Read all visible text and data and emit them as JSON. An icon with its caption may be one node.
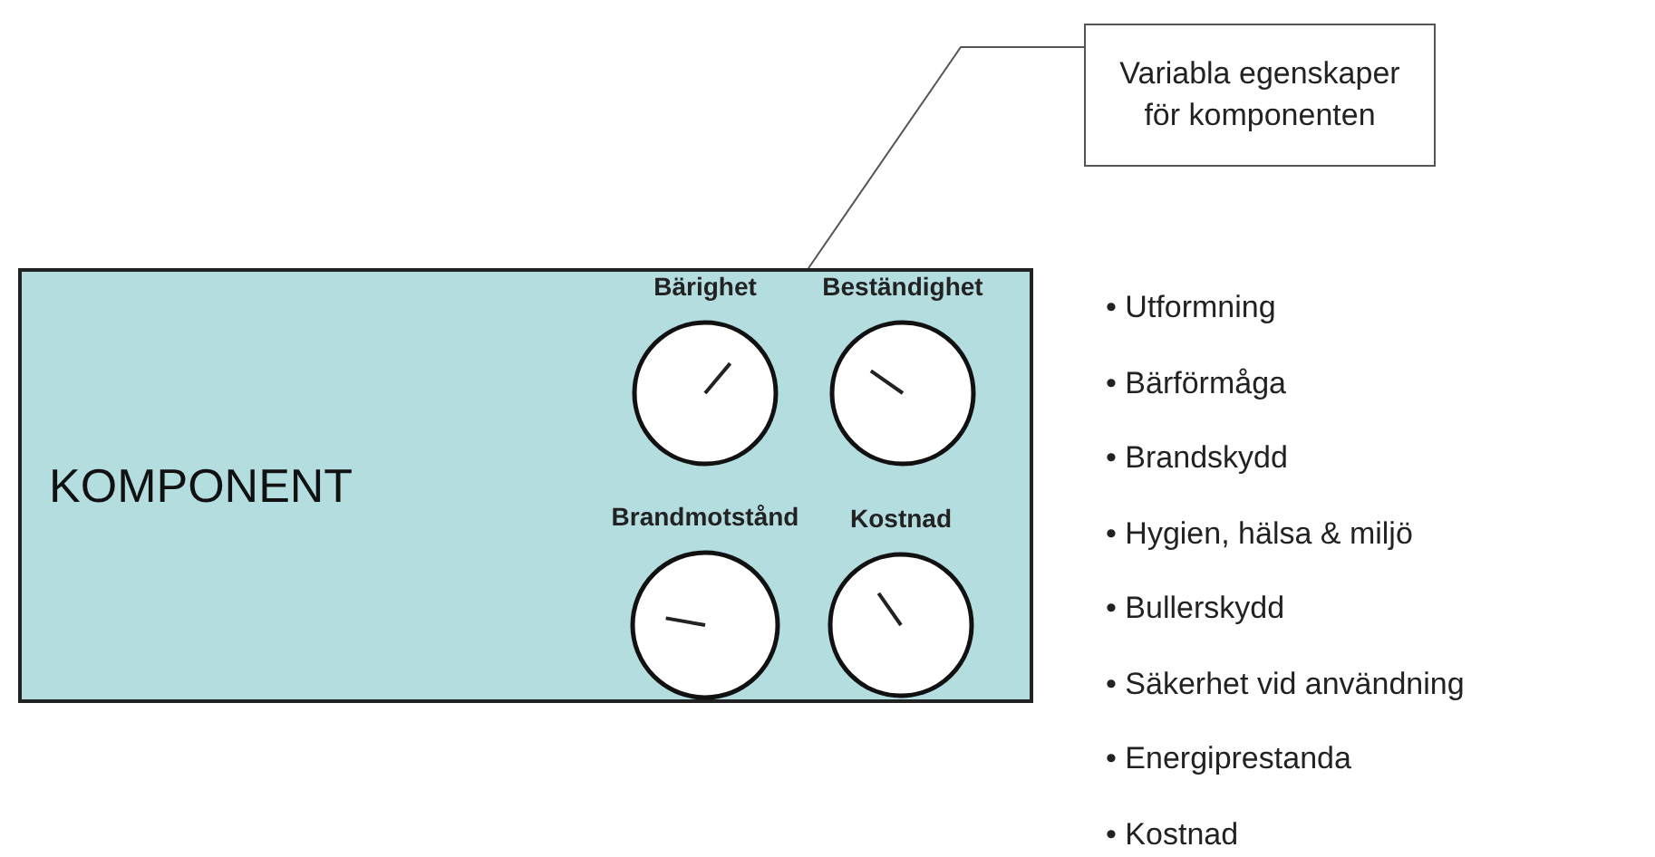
{
  "diagram": {
    "nodes": [
      {
        "text": [
          "KOMPONENT"
        ]
      },
      {
        "text": [
          "Bärighet"
        ],
        "in": 0
      },
      {
        "text": [
          "Beständighet"
        ],
        "in": 0
      },
      {
        "text": [
          "Brandmotstånd"
        ],
        "in": 0
      },
      {
        "text": [
          "Kostnad"
        ],
        "in": 0
      },
      {
        "text": [
          "Variabla egenskaper för komponenten"
        ]
      }
    ],
    "edges": [
      {
        "from": 5,
        "to": 0,
        "arrow": "none"
      }
    ],
    "labels": [
      "• Utformning",
      "• Bärförmåga",
      "• Brandskydd",
      "• Hygien, hälsa & miljö",
      "• Bullerskydd",
      "• Säkerhet vid användning",
      "• Energiprestanda",
      "• Kostnad"
    ]
  }
}
